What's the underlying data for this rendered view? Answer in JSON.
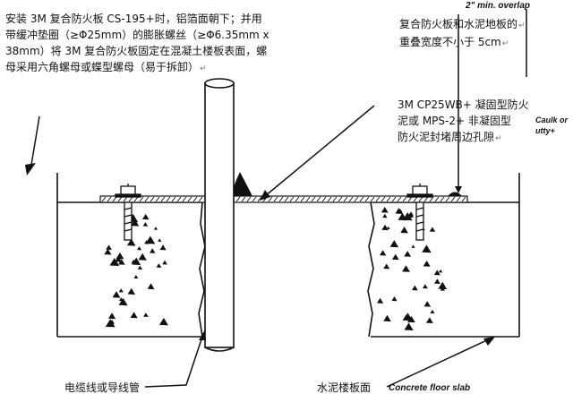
{
  "annotations": {
    "install_note": [
      "安装 3M 复合防火板 CS-195+时，铝箔面朝下；并用",
      "带缓冲垫圈（≥Φ25mm）的膨胀螺丝（≥Φ6.35mm x",
      "38mm）将 3M 复合防火板固定在混凝土楼板表面，螺",
      "母采用六角螺母或蝶型螺母（易于拆卸）"
    ],
    "overlap_en": "2\" min. overlap",
    "overlap_cn": [
      "复合防火板和水泥地板的",
      "重叠宽度不小于 5cm"
    ],
    "caulk_cn": [
      "3M CP25WB+ 凝固型防火",
      "泥或 MPS-2+ 非凝固型",
      "防火泥封堵周边孔隙"
    ],
    "caulk_en_fragment": [
      "Caulk or",
      "utty+"
    ],
    "pipe_label": "电缆线或导线管",
    "slab_label_cn": "水泥楼板面",
    "slab_label_en": "Concrete floor slab"
  },
  "paragraph_mark": "↵"
}
